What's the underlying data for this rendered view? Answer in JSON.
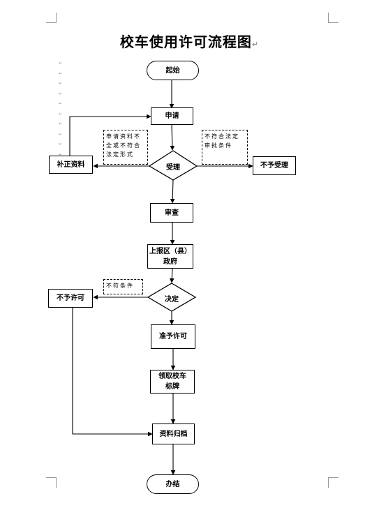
{
  "title": "校车使用许可流程图",
  "title_mark": "↵",
  "nodes": {
    "start": "起始",
    "apply": "申请",
    "accept": "受理",
    "supplement": "补正资料",
    "reject_accept": "不予受理",
    "review": "审查",
    "report": "上报区（县）\n政府",
    "decision": "决定",
    "deny": "不予许可",
    "grant": "准予许可",
    "collect": "领取校车\n标牌",
    "archive": "资料归档",
    "finish": "办结"
  },
  "notes": {
    "incomplete": "申请资料不\n全或不符合\n法定形式",
    "not_in_scope": "不符合法定\n审批条件",
    "not_meet": "不符条件"
  }
}
